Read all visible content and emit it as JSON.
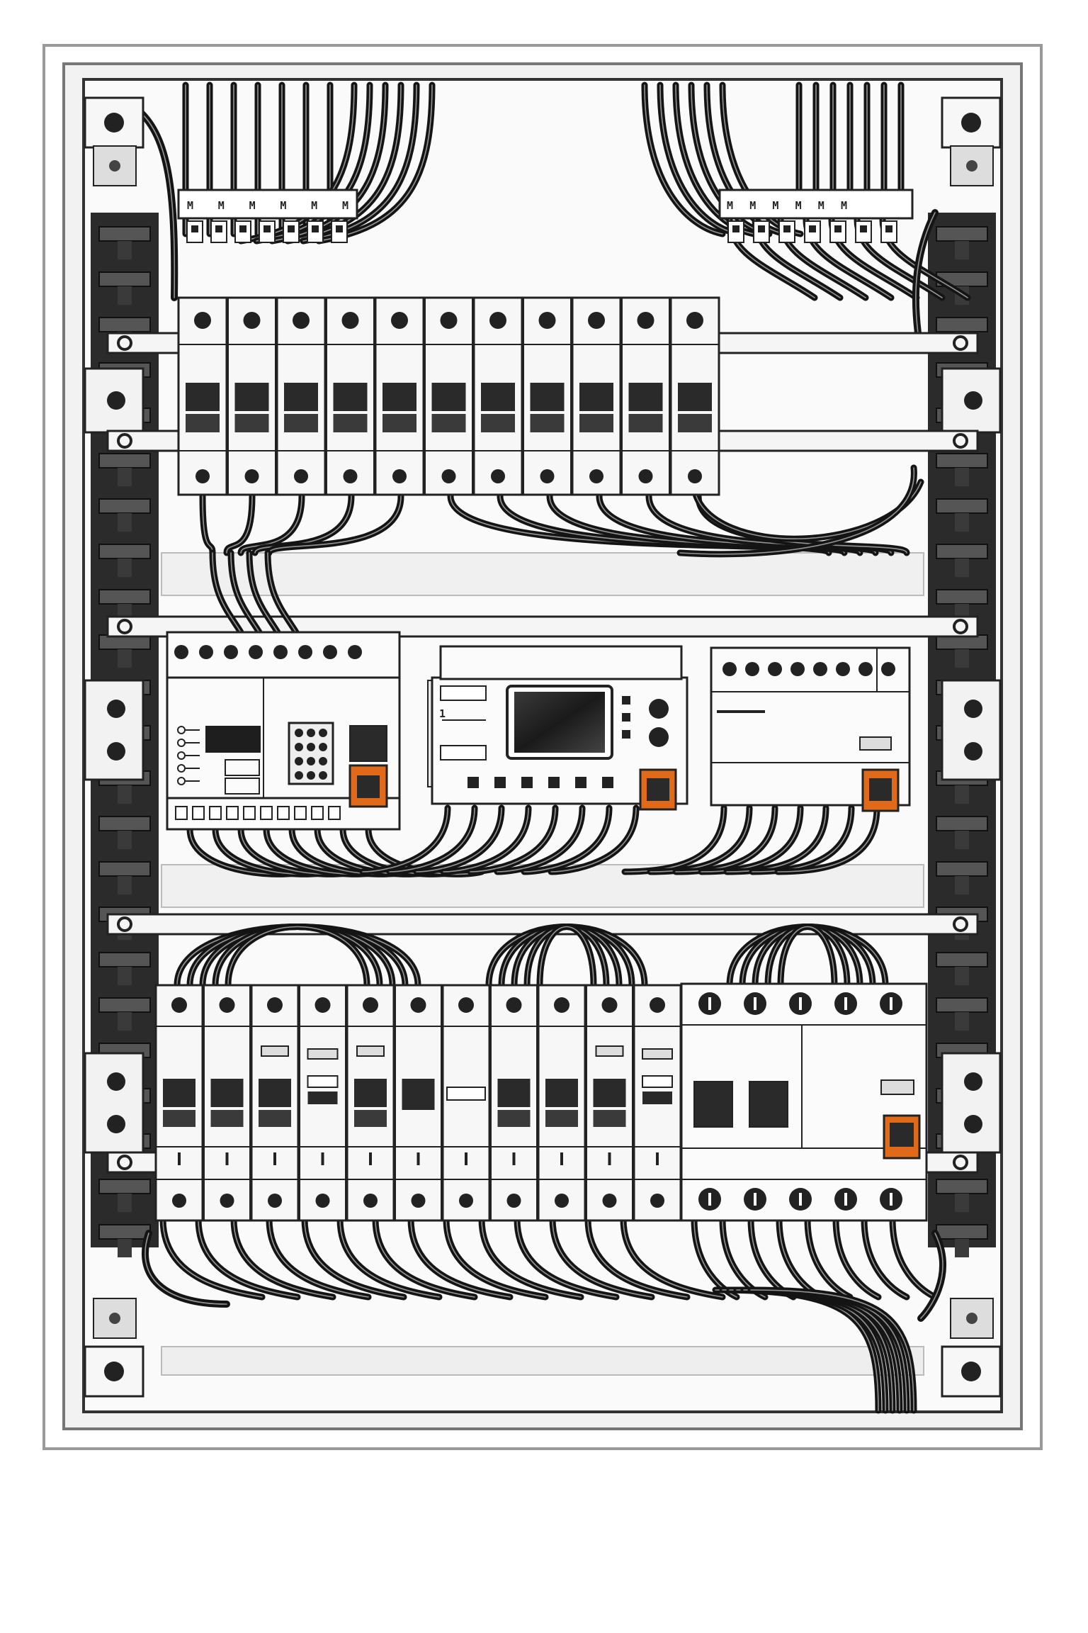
{
  "colors": {
    "frame": "#9a9a9a",
    "panel": "#f4f4f4",
    "wire": "#141414",
    "device": "#f7f7f7",
    "toggle": "#2a2a2a",
    "accent": "#e06a1a",
    "screen": "#1e1e1e"
  },
  "icons": {
    "terminal_top_left": "terminal-strip-icon",
    "terminal_top_right": "terminal-strip-icon",
    "screw": "screw-icon"
  },
  "top_terminal_labels": {
    "left": "MMMMMM",
    "right": "MMMMMM"
  },
  "upper_breaker_row": {
    "count": 11
  },
  "middle_row": {
    "relay_label": "1"
  },
  "lower_breaker_row": {
    "count": 11
  },
  "lower_right_module": {
    "poles": 5
  }
}
